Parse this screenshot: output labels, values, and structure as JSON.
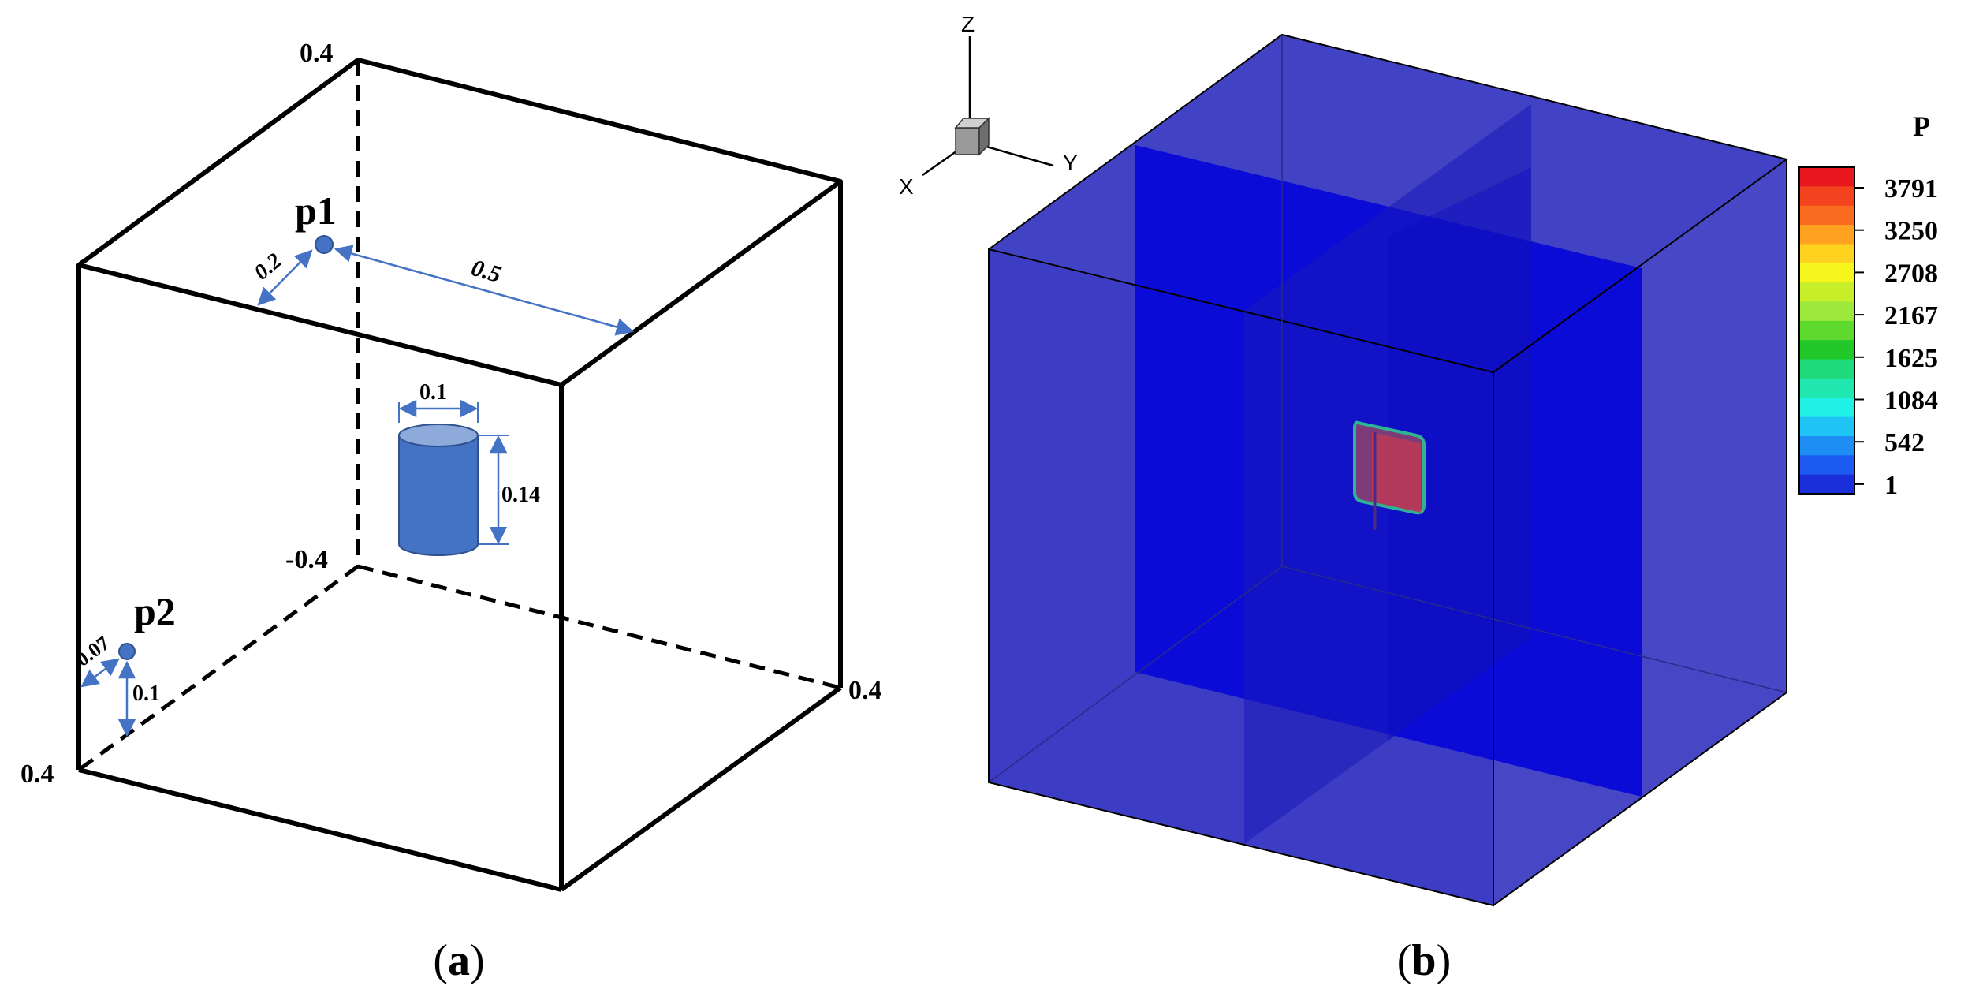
{
  "panel_a": {
    "caption_open": "(",
    "caption_letter": "a",
    "caption_close": ")",
    "corner_labels": {
      "top_back_left": "0.4",
      "inner_back_bottom": "-0.4",
      "right_back_bottom": "0.4",
      "front_bottom_left": "0.4"
    },
    "points": [
      {
        "label": "p1"
      },
      {
        "label": "p2"
      }
    ],
    "dimensions": {
      "p1_to_left_edge": "0.2",
      "p1_to_right_edge": "0.5",
      "cylinder_diameter": "0.1",
      "cylinder_height": "0.14",
      "p2_to_left_edge": "0.07",
      "p2_to_bottom": "0.1"
    },
    "colors": {
      "cube_edge": "#000000",
      "dimension_arrow": "#4472c4",
      "cylinder_body": "#4472c4",
      "cylinder_top": "#8eaadb",
      "point_marker": "#4472c4"
    }
  },
  "panel_b": {
    "caption_open": "(",
    "caption_letter": "b",
    "caption_close": ")",
    "axes": {
      "z": "Z",
      "y": "Y",
      "x": "X"
    },
    "legend": {
      "title": "P",
      "tick_labels": [
        "3791",
        "3250",
        "2708",
        "2167",
        "1625",
        "1084",
        "542",
        "1"
      ],
      "bands_top_to_bottom": [
        "#e8161d",
        "#f2431e",
        "#f96b1e",
        "#ffa21f",
        "#ffd21f",
        "#f6f61d",
        "#c7ef2a",
        "#9ee83d",
        "#5ed92d",
        "#22c829",
        "#20d97a",
        "#20e6b0",
        "#21f0e4",
        "#1fc4f5",
        "#1e8ef5",
        "#1d5af0",
        "#1a2ed9"
      ]
    },
    "colors": {
      "domain_face": "#4040c8",
      "mid_plane": "#0f0fd4",
      "source_patch": "#b23a5c",
      "source_outline": "#2fb394"
    }
  }
}
